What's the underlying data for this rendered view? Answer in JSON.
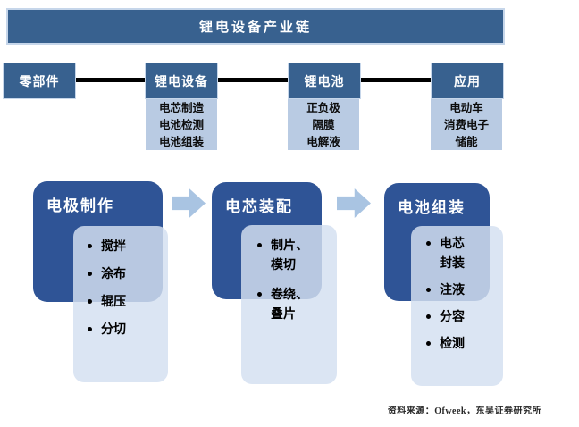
{
  "banner": {
    "title": "锂电设备产业链"
  },
  "chain": {
    "nodes": [
      {
        "label": "零部件",
        "items": []
      },
      {
        "label": "锂电设备",
        "items": [
          "电芯制造",
          "电池检测",
          "电池组装"
        ]
      },
      {
        "label": "锂电池",
        "items": [
          "正负极",
          "隔膜",
          "电解液"
        ]
      },
      {
        "label": "应用",
        "items": [
          "电动车",
          "消费电子",
          "储能"
        ]
      }
    ]
  },
  "process": {
    "steps": [
      {
        "title": "电极制作",
        "items": [
          "搅拌",
          "涂布",
          "辊压",
          "分切"
        ]
      },
      {
        "title": "电芯装配",
        "items": [
          "制片、模切",
          "卷绕、叠片"
        ]
      },
      {
        "title": "电池组装",
        "items": [
          "电芯封装",
          "注液",
          "分容",
          "检测"
        ]
      }
    ]
  },
  "footer": {
    "source": "资料来源：Ofweek，东吴证券研究所"
  },
  "colors": {
    "dark_blue": "#38618f",
    "card_blue": "#2f5496",
    "light_blue": "#b9cbe3",
    "panel_blue": "rgba(212, 224, 240, 0.83)",
    "arrow_blue": "#a9c4e2",
    "pale_border": "#c6d6ea"
  }
}
